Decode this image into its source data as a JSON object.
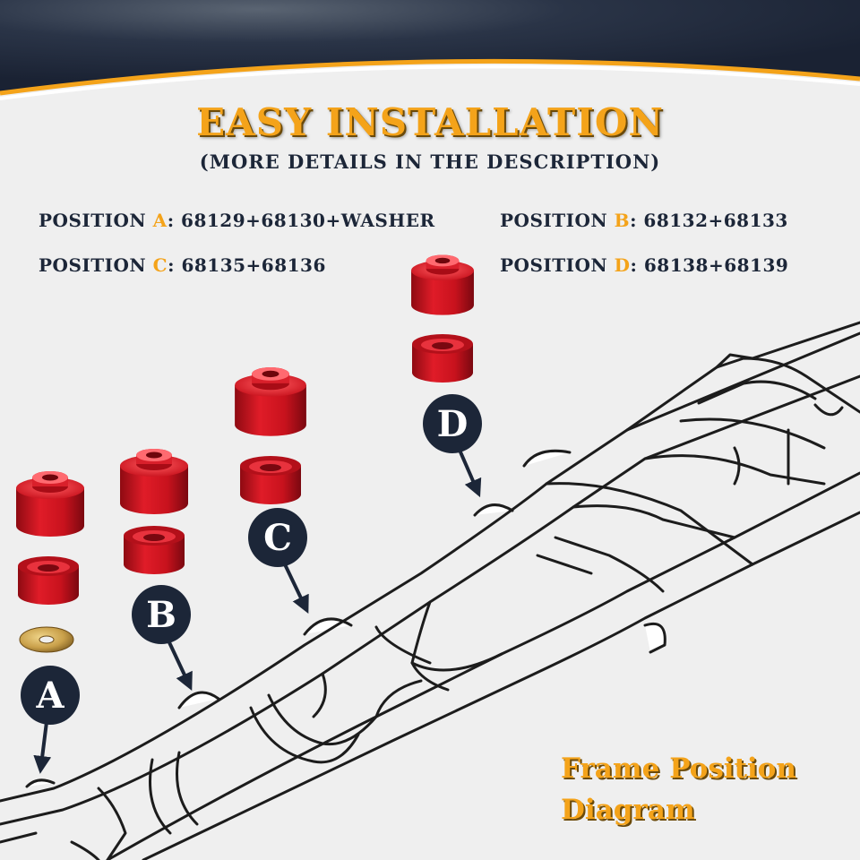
{
  "header": {
    "title": "EASY INSTALLATION",
    "subtitle": "(MORE DETAILS IN THE DESCRIPTION)"
  },
  "positions": [
    {
      "prefix": "POSITION ",
      "letter": "A",
      "parts": ": 68129+68130+WASHER"
    },
    {
      "prefix": "POSITION ",
      "letter": "B",
      "parts": ": 68132+68133"
    },
    {
      "prefix": "POSITION ",
      "letter": "C",
      "parts": ": 68135+68136"
    },
    {
      "prefix": "POSITION ",
      "letter": "D",
      "parts": ": 68138+68139"
    }
  ],
  "markers": {
    "a": "A",
    "b": "B",
    "c": "C",
    "d": "D"
  },
  "caption": {
    "line1": "Frame Position",
    "line2": "Diagram"
  },
  "colors": {
    "accent": "#f4a31a",
    "navy": "#1c2638",
    "bushing_red": "#d41420",
    "washer": "#c9a04a",
    "background": "#efefef"
  }
}
